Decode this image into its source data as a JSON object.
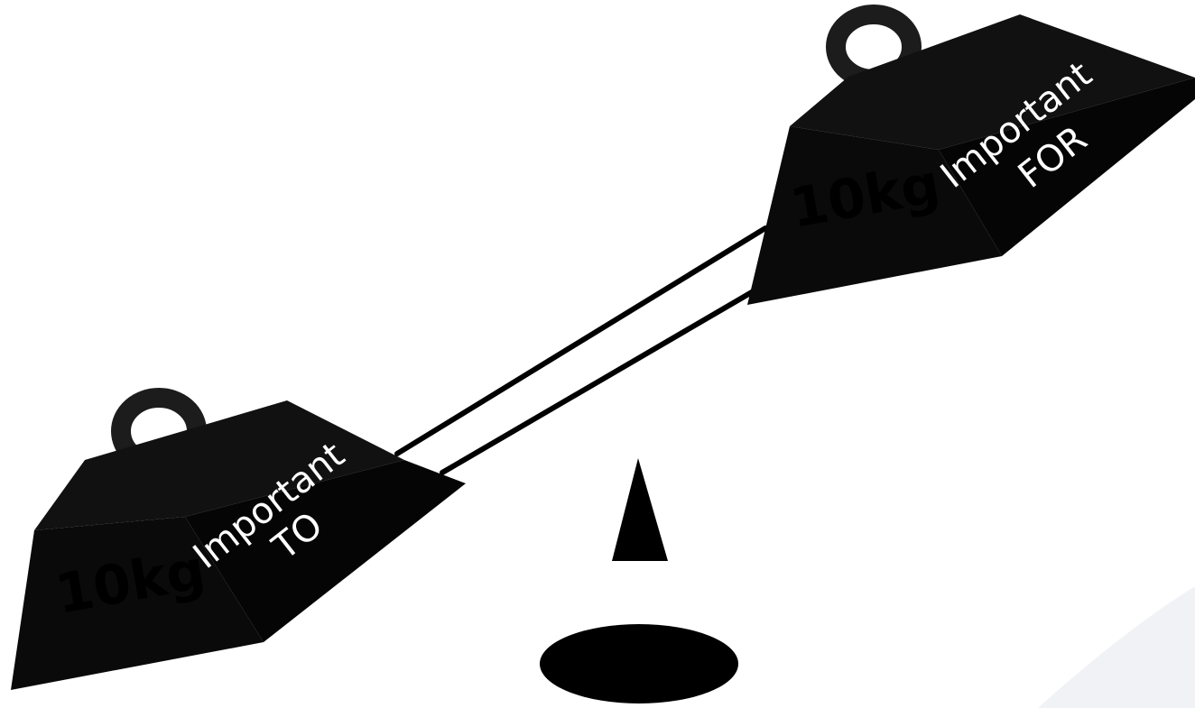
{
  "left_weight": {
    "mass_label": "10kg",
    "caption_line1": "Important",
    "caption_line2": "TO"
  },
  "right_weight": {
    "mass_label": "10kg",
    "caption_line1": "Important",
    "caption_line2": "FOR"
  },
  "colors": {
    "background": "#ffffff",
    "weight_body": "#0a0a0a",
    "weight_face_dark": "#050505",
    "handle": "#1c1c1c",
    "mass_text": "#000000",
    "caption_text": "#ffffff",
    "beam": "#000000",
    "fulcrum": "#000000",
    "corner_shade": "#f1f2f5"
  }
}
